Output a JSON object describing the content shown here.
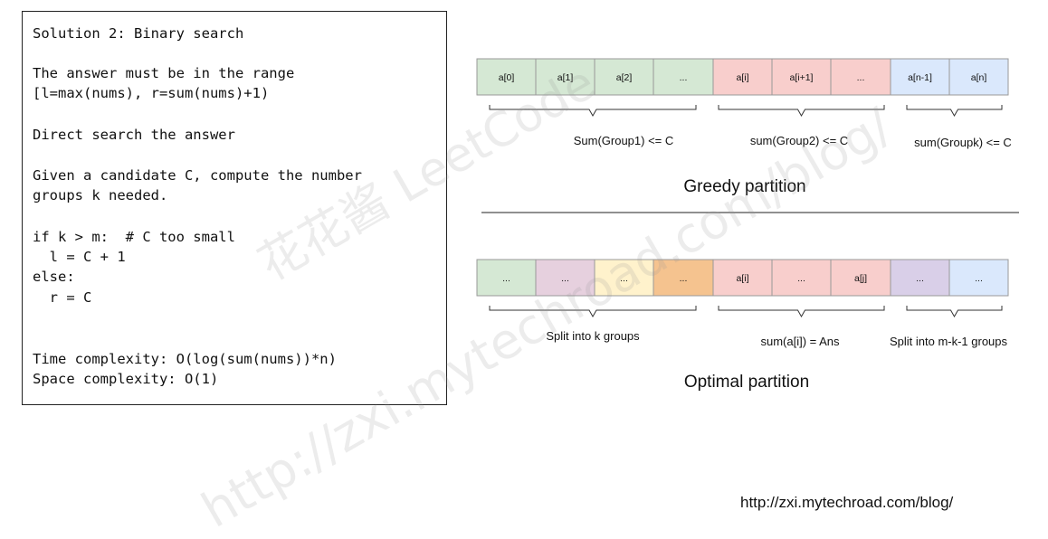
{
  "code_panel": {
    "lines": [
      "Solution 2: Binary search",
      "The answer must be in the range",
      "[l=max(nums), r=sum(nums)+1)",
      "Direct search the answer",
      "Given a candidate C, compute the number",
      "groups k needed.",
      "if k > m:  # C too small",
      "  l = C + 1",
      "else:",
      "  r = C",
      "Time complexity: O(log(sum(nums))*n)",
      "Space complexity: O(1)"
    ]
  },
  "greedy": {
    "title": "Greedy partition",
    "cells": [
      {
        "label": "a[0]",
        "color": "#d5e8d4"
      },
      {
        "label": "a[1]",
        "color": "#d5e8d4"
      },
      {
        "label": "a[2]",
        "color": "#d5e8d4"
      },
      {
        "label": "...",
        "color": "#d5e8d4"
      },
      {
        "label": "a[i]",
        "color": "#f8cecc"
      },
      {
        "label": "a[i+1]",
        "color": "#f8cecc"
      },
      {
        "label": "...",
        "color": "#f8cecc"
      },
      {
        "label": "a[n-1]",
        "color": "#dae8fc"
      },
      {
        "label": "a[n]",
        "color": "#dae8fc"
      }
    ],
    "groups": [
      {
        "label": "Sum(Group1) <=  C"
      },
      {
        "label": "sum(Group2) <= C"
      },
      {
        "label": "sum(Groupk) <= C"
      }
    ]
  },
  "optimal": {
    "title": "Optimal partition",
    "cells": [
      {
        "label": "...",
        "color": "#d5e8d4"
      },
      {
        "label": "...",
        "color": "#e6d0de"
      },
      {
        "label": "...",
        "color": "#fff2cc"
      },
      {
        "label": "...",
        "color": "#f5c38f"
      },
      {
        "label": "a[i]",
        "color": "#f8cecc"
      },
      {
        "label": "...",
        "color": "#f8cecc"
      },
      {
        "label": "a[j]",
        "color": "#f8cecc"
      },
      {
        "label": "...",
        "color": "#d9cfe8"
      },
      {
        "label": "...",
        "color": "#dae8fc"
      }
    ],
    "groups": [
      {
        "label": "Split into k groups"
      },
      {
        "label": "sum(a[i]) = Ans"
      },
      {
        "label": "Split into m-k-1 groups"
      }
    ]
  },
  "footer_url": "http://zxi.mytechroad.com/blog/",
  "watermark": {
    "brand": "花花酱 LeetCode",
    "url": "http://zxi.mytechroad.com/blog/"
  }
}
